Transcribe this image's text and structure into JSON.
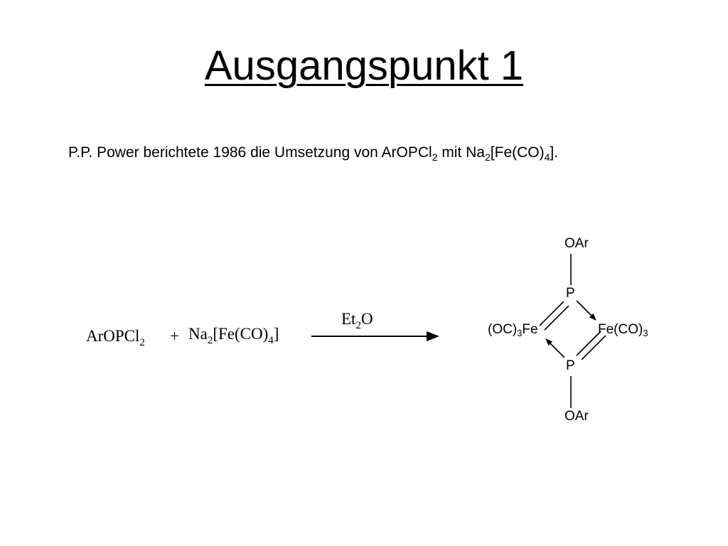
{
  "slide": {
    "title": "Ausgangspunkt 1"
  },
  "intro": {
    "prefix": "P.P. Power berichtete 1986 die Umsetzung von ArOPCl",
    "sub1": "2",
    "mid1": " mit Na",
    "sub2": "2",
    "mid2": "[Fe(CO)",
    "sub3": "4",
    "suffix": "]."
  },
  "reaction": {
    "reactant1_main": "ArOPCl",
    "reactant1_sub": "2",
    "plus": "+",
    "reactant2_a": "Na",
    "reactant2_sub1": "2",
    "reactant2_b": "[Fe(CO)",
    "reactant2_sub2": "4",
    "reactant2_c": "]",
    "condition_main": "Et",
    "condition_sub": "2",
    "condition_end": "O"
  },
  "product": {
    "top_substituent": "OAr",
    "bottom_substituent": "OAr",
    "top_phosphorus": "P",
    "bottom_phosphorus": "P",
    "left_iron_a": "(OC)",
    "left_iron_sub": "3",
    "left_iron_b": "Fe",
    "right_iron_a": "Fe(CO)",
    "right_iron_sub": "3"
  },
  "colors": {
    "text": "#000000",
    "background": "#ffffff"
  }
}
